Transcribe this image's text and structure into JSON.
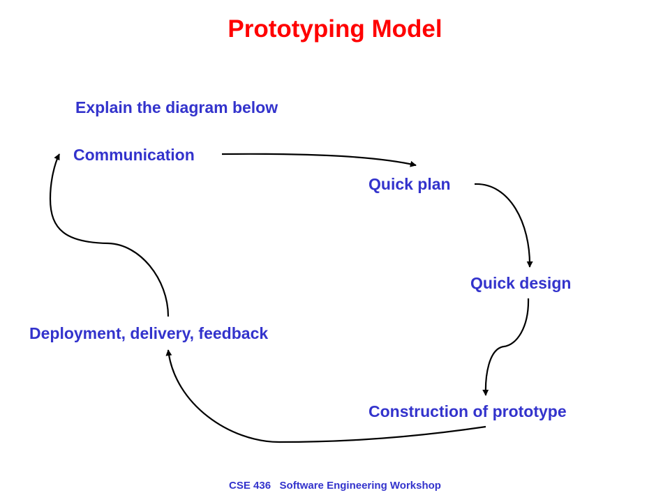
{
  "title": "Prototyping Model",
  "subtitle": "Explain the diagram below",
  "nodes": {
    "communication": "Communication",
    "quick_plan": "Quick plan",
    "quick_design": "Quick design",
    "construction": "Construction of prototype",
    "deployment": "Deployment, delivery, feedback"
  },
  "footer": "CSE 436   Software Engineering Workshop",
  "colors": {
    "title": "#ff0000",
    "text": "#3333cc",
    "arrow": "#000000"
  }
}
